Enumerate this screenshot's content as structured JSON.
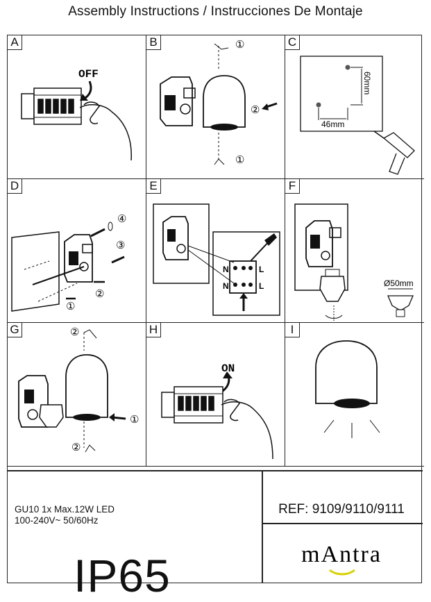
{
  "title": "Assembly Instructions / Instrucciones De Montaje",
  "panels": [
    {
      "label": "A",
      "text": "OFF"
    },
    {
      "label": "B",
      "callouts": [
        "①",
        "②",
        "①"
      ]
    },
    {
      "label": "C",
      "dim_v": "60mm",
      "dim_h": "46mm"
    },
    {
      "label": "D",
      "callouts": [
        "④",
        "③",
        "②",
        "①"
      ]
    },
    {
      "label": "E",
      "terminals": [
        "N",
        "L",
        "N",
        "L"
      ]
    },
    {
      "label": "F",
      "bulb": "Ø50mm"
    },
    {
      "label": "G",
      "callouts": [
        "②",
        "①",
        "②"
      ]
    },
    {
      "label": "H",
      "text": "ON"
    },
    {
      "label": "I"
    }
  ],
  "specs": {
    "line1": "GU10 1x Max.12W LED",
    "line2": "100-240V~ 50/60Hz"
  },
  "ref": "REF: 9109/9110/9111",
  "rating": "IP65",
  "brand": "mAntra"
}
